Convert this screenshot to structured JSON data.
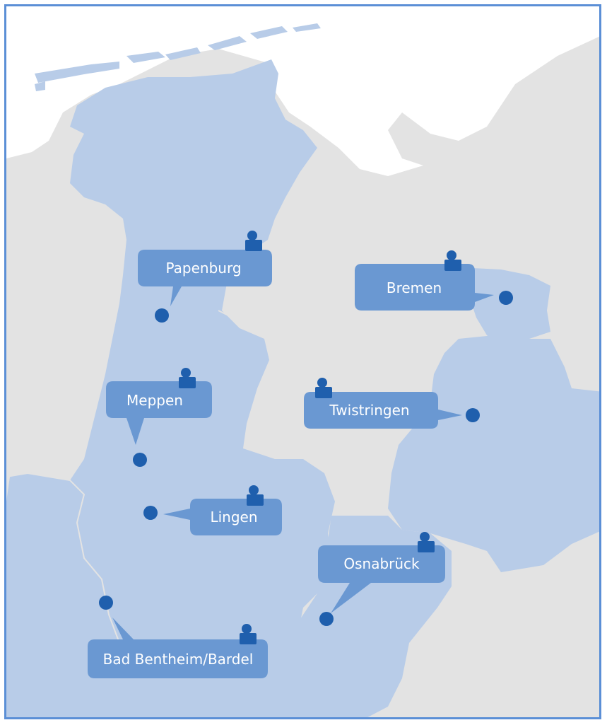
{
  "map": {
    "colors": {
      "background": "#e3e3e3",
      "region": "#b8cce8",
      "bubble": "#6a98d2",
      "marker": "#1f5fad",
      "sea": "#ffffff",
      "border": "#5b8fd6"
    },
    "locations": [
      {
        "key": "papenburg",
        "label": "Papenburg",
        "icon": "person-icon"
      },
      {
        "key": "bremen",
        "label": "Bremen",
        "icon": "person-icon"
      },
      {
        "key": "meppen",
        "label": "Meppen",
        "icon": "person-icon"
      },
      {
        "key": "twistringen",
        "label": "Twistringen",
        "icon": "person-icon"
      },
      {
        "key": "lingen",
        "label": "Lingen",
        "icon": "person-icon"
      },
      {
        "key": "osnabrueck",
        "label": "Osnabrück",
        "icon": "person-icon"
      },
      {
        "key": "bentheim",
        "label": "Bad Bentheim/Bardel",
        "icon": "person-icon"
      }
    ]
  }
}
